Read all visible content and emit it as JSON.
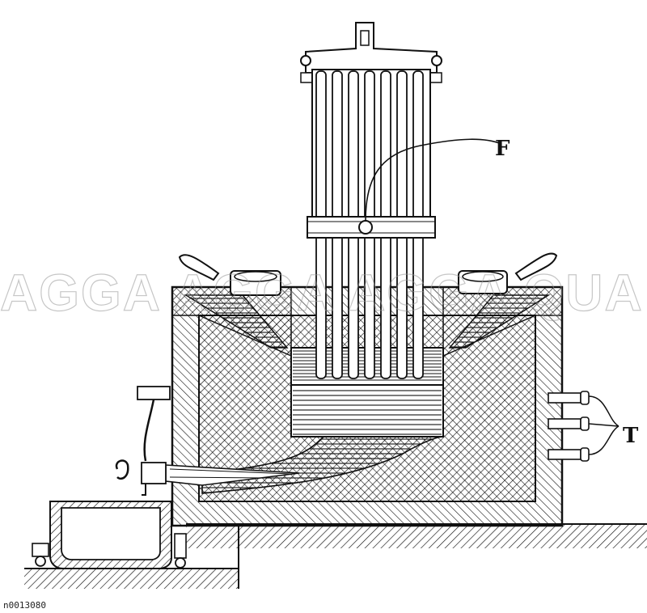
{
  "figure": {
    "labels": {
      "electrode_lead_label": "F",
      "cathode_lead_label": "T"
    },
    "watermark": "AGGA AGGA AGGA QUA",
    "image_id": "n0013080"
  }
}
